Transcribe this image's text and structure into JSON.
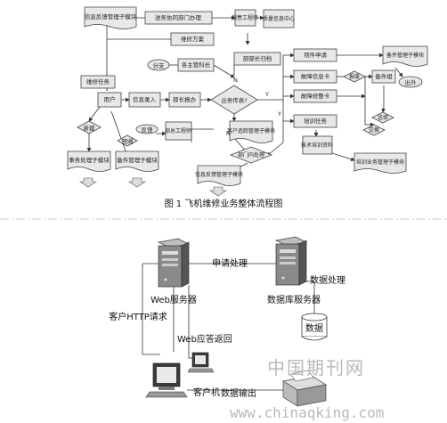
{
  "top_diagram": {
    "caption": "图 1 飞机维修业务整体流程图",
    "nodes": {
      "info_feedback_mgmt": "信息反馈管理子模块",
      "dept_coordination": "送务协同部门办理",
      "meter_tool_station": "测患工程师",
      "quality_info_center": "质量信息中心",
      "maintenance_plan": "维修方案",
      "branch": "分支",
      "task_manager": "各主管科长",
      "dept_leader_review": "部部长归档",
      "maintenance_task": "维修任务",
      "user": "用户",
      "info_entry": "信息录入",
      "dept_leader_approve": "部长报办",
      "is_business_task": "业务传表?",
      "new_build": "新建",
      "pre_alloc": "预溯",
      "feedback": "反馈",
      "dept_tool_engineer": "部总工程师",
      "biz_process_module": "事务处理子模块",
      "spares_mgmt_module": "备件管理子模块",
      "customer_track_module": "客户追踪管理子模块",
      "internal_process": "部门内处理",
      "info_feedback_mgmt2": "信息反馈管理子模块",
      "item_apply": "项件申请",
      "fault_info_card": "故障信息卡",
      "fault_repair_card": "故障修整卡",
      "training_task": "培训任务",
      "tech_training": "技术培训资料",
      "report": "报废",
      "spare_group": "备件组",
      "spares_mgmt_module2": "备件管理子模块",
      "outside": "出外",
      "repair": "送修",
      "exchange": "交换",
      "training_mgmt_module": "培训业务管理子模块",
      "label_n1": "N",
      "label_n2": "N",
      "label_y1": "Y",
      "label_y2": "Y"
    }
  },
  "bottom_diagram": {
    "web_server": "Web服务器",
    "db_server": "数据库服务器",
    "request_processing": "申请处理",
    "data_processing": "数据处理",
    "data": "数据",
    "client_http_request": "客户HTTP请求",
    "web_response": "Web应答返回",
    "client": "客户机",
    "data_output": "数据输出"
  },
  "watermark": {
    "cn": "中国期刊网",
    "en": "www.chinaqking.com"
  }
}
